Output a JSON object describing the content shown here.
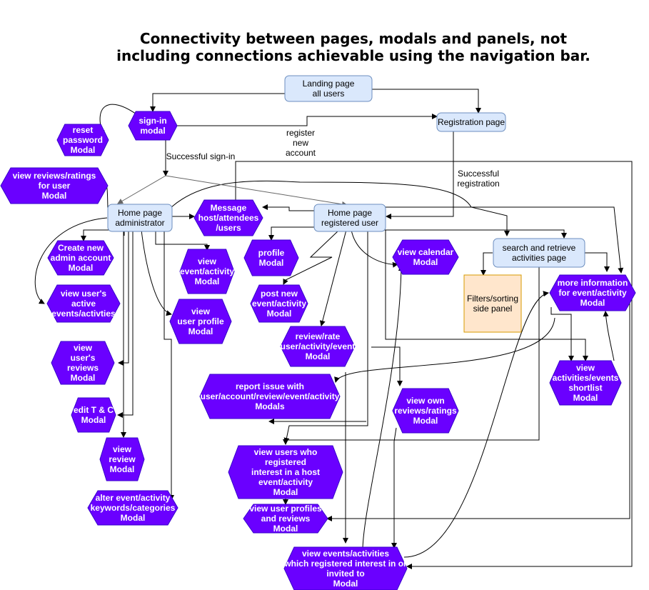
{
  "title_line1": "Connectivity between pages, modals and panels, not",
  "title_line2": "including connections achievable using the navigation bar.",
  "colors": {
    "page_fill": "#dae8fc",
    "page_stroke": "#6c8ebf",
    "modal_fill": "#6a00ff",
    "modal_stroke": "#3700cc",
    "panel_fill": "#ffe6cc",
    "panel_stroke": "#d79b00"
  },
  "nodes": {
    "landing": [
      "Landing page",
      "all users"
    ],
    "registration": [
      "Registration page"
    ],
    "signin": [
      "sign-in",
      "modal"
    ],
    "reset_password": [
      "reset",
      "password",
      "Modal"
    ],
    "view_reviews_user": [
      "view reviews/ratings",
      "for user",
      "Modal"
    ],
    "home_admin": [
      "Home page",
      "administrator"
    ],
    "message": [
      "Message",
      "host/attendees",
      "/users"
    ],
    "home_registered": [
      "Home page",
      "registered user"
    ],
    "create_admin": [
      "Create new",
      "admin account",
      "Modal"
    ],
    "view_event_admin": [
      "view",
      "event/activity",
      "Modal"
    ],
    "profile": [
      "profile",
      "Modal"
    ],
    "view_calendar": [
      "view calendar",
      "Modal"
    ],
    "search": [
      "search and retrieve",
      "activities page"
    ],
    "active_events": [
      "view user's",
      "active",
      "events/activties"
    ],
    "view_user_profile_admin": [
      "view",
      "user profile",
      "Modal"
    ],
    "post_event": [
      "post new",
      "event/activity",
      "Modal"
    ],
    "filters": [
      "Filters/sorting",
      "side panel"
    ],
    "more_info": [
      "more information",
      "for event/activity",
      "Modal"
    ],
    "review_rate": [
      "review/rate",
      "user/activity/event",
      "Modal"
    ],
    "user_reviews": [
      "view",
      "user's",
      "reviews",
      "Modal"
    ],
    "shortlist": [
      "view",
      "activities/events",
      "shortlist",
      "Modal"
    ],
    "report_issue": [
      "report issue with",
      "user/account/review/event/activity",
      "Modals"
    ],
    "own_reviews": [
      "view own",
      "reviews/ratings",
      "Modal"
    ],
    "edit_tc": [
      "edit T & C",
      "Modal"
    ],
    "view_review": [
      "view",
      "review",
      "Modal"
    ],
    "users_registered": [
      "view users who",
      "registered",
      "interest in a host",
      "event/activity",
      "Modal"
    ],
    "alter_keywords": [
      "alter event/activity",
      "keywords/categories",
      "Modal"
    ],
    "user_profiles_reviews": [
      "view user profiles",
      "and reviews",
      "Modal"
    ],
    "events_interest": [
      "view events/activities",
      "which registered interest in or",
      "invited to",
      "Modal"
    ]
  },
  "edge_labels": {
    "register": [
      "register",
      "new",
      "account"
    ],
    "signin_success": [
      "Successful sign-in"
    ],
    "reg_success": [
      "Successful",
      "registration"
    ]
  }
}
